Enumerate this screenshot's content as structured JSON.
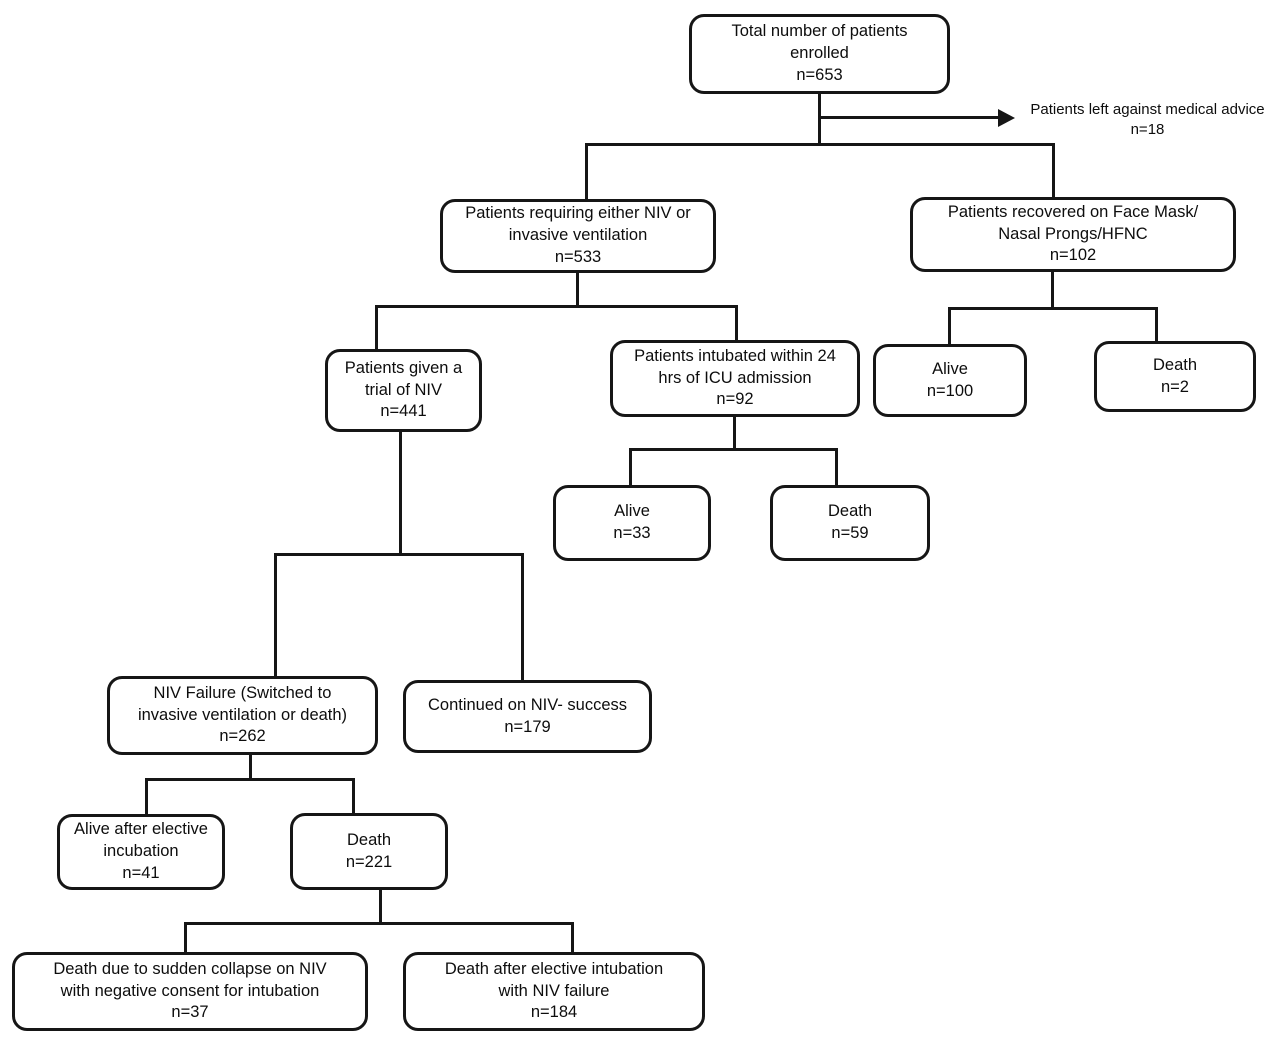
{
  "diagram": {
    "background_color": "#ffffff",
    "line_color": "#161616",
    "description": "Patient flow diagram of enrollment, ventilation strategy and outcomes"
  },
  "nodes": {
    "total_enrolled": {
      "text": "Total number of patients\nenrolled",
      "n": "n=653"
    },
    "left_ama": {
      "text": "Patients left against medical advice",
      "n": "n=18"
    },
    "requiring_niv": {
      "text": "Patients requiring either NIV or\ninvasive ventilation",
      "n": "n=533"
    },
    "recovered_facemask": {
      "text": "Patients recovered on Face Mask/\nNasal Prongs/HFNC",
      "n": "n=102"
    },
    "niv_trial": {
      "text": "Patients given a\ntrial of NIV",
      "n": "n=441"
    },
    "intubated_24h": {
      "text": "Patients intubated within 24\nhrs of ICU admission",
      "n": "n=92"
    },
    "fm_alive": {
      "text": "Alive",
      "n": "n=100"
    },
    "fm_death": {
      "text": "Death",
      "n": "n=2"
    },
    "intubated_alive": {
      "text": "Alive",
      "n": "n=33"
    },
    "intubated_death": {
      "text": "Death",
      "n": "n=59"
    },
    "niv_failure": {
      "text": "NIV Failure (Switched to\ninvasive ventilation or death)",
      "n": "n=262"
    },
    "niv_success": {
      "text": "Continued on NIV- success",
      "n": "n=179"
    },
    "alive_elective": {
      "text": "Alive after elective\nincubation",
      "n": "n=41"
    },
    "death_after_niv": {
      "text": "Death",
      "n": "n=221"
    },
    "death_collapse": {
      "text": "Death due to sudden collapse on NIV\nwith negative consent for intubation",
      "n": "n=37"
    },
    "death_elective": {
      "text": "Death after elective intubation\nwith NIV failure",
      "n": "n=184"
    }
  }
}
